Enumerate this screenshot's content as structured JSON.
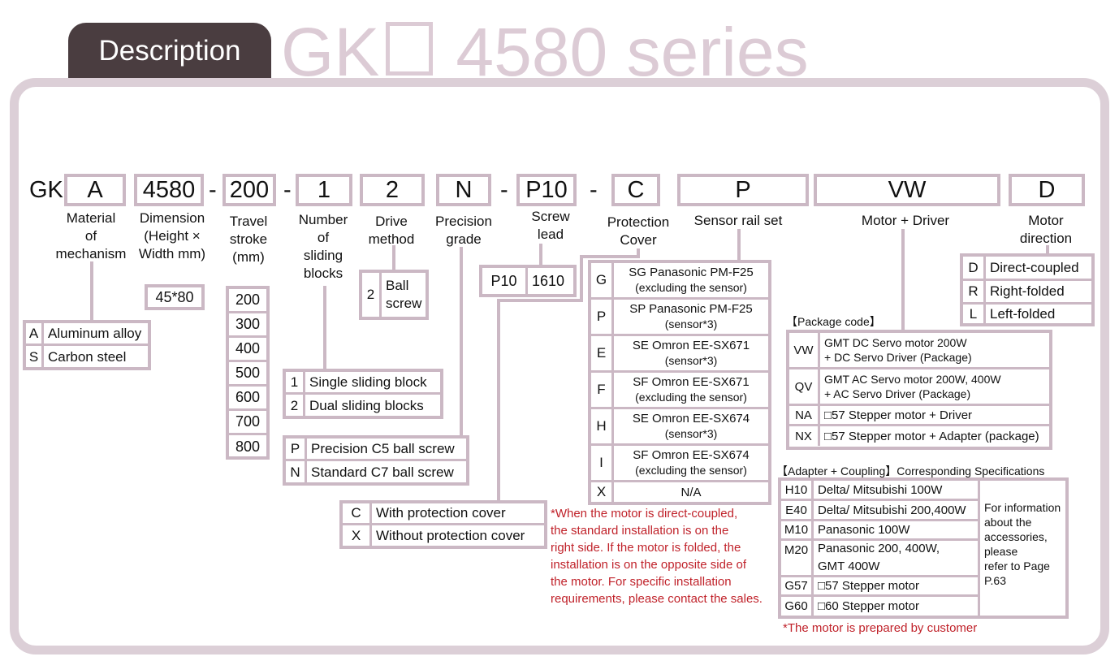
{
  "header": {
    "tab_label": "Description",
    "series_prefix": "GK",
    "series_suffix": "4580 series"
  },
  "code": {
    "prefix": "GK",
    "dash": "-",
    "material": "A",
    "dimension": "4580",
    "stroke": "200",
    "blocks": "1",
    "drive": "2",
    "precision": "N",
    "lead": "P10",
    "cover": "C",
    "sensor": "P",
    "motor": "VW",
    "direction": "D"
  },
  "labels": {
    "material": "Material\nof\nmechanism",
    "dimension": "Dimension\n(Height ×\nWidth mm)",
    "stroke": "Travel\nstroke\n(mm)",
    "blocks": "Number\nof\nsliding\nblocks",
    "drive": "Drive\nmethod",
    "precision": "Precision\ngrade",
    "lead": "Screw\nlead",
    "cover": "Protection\nCover",
    "sensor": "Sensor rail set",
    "motor": "Motor + Driver",
    "direction": "Motor\ndirection"
  },
  "material_options": [
    {
      "code": "A",
      "label": "Aluminum alloy"
    },
    {
      "code": "S",
      "label": "Carbon steel"
    }
  ],
  "dimension_options": [
    "45*80"
  ],
  "stroke_options": [
    "200",
    "300",
    "400",
    "500",
    "600",
    "700",
    "800"
  ],
  "block_options": [
    {
      "code": "1",
      "label": "Single sliding block"
    },
    {
      "code": "2",
      "label": "Dual sliding blocks"
    }
  ],
  "drive_options": [
    {
      "code": "2",
      "label": "Ball\nscrew"
    }
  ],
  "precision_options": [
    {
      "code": "P",
      "label": "Precision C5 ball screw"
    },
    {
      "code": "N",
      "label": "Standard C7 ball screw"
    }
  ],
  "lead_options": [
    {
      "code": "P10",
      "label": "1610"
    }
  ],
  "cover_options": [
    {
      "code": "C",
      "label": "With protection cover"
    },
    {
      "code": "X",
      "label": "Without protection cover"
    }
  ],
  "sensor_options": [
    {
      "code": "G",
      "line1": "SG  Panasonic  PM-F25",
      "line2": "(excluding the sensor)"
    },
    {
      "code": "P",
      "line1": "SP  Panasonic  PM-F25",
      "line2": "(sensor*3)"
    },
    {
      "code": "E",
      "line1": "SE  Omron  EE-SX671",
      "line2": "(sensor*3)"
    },
    {
      "code": "F",
      "line1": "SF  Omron  EE-SX671",
      "line2": "(excluding the sensor)"
    },
    {
      "code": "H",
      "line1": "SE  Omron  EE-SX674",
      "line2": "(sensor*3)"
    },
    {
      "code": "I",
      "line1": "SF  Omron  EE-SX674",
      "line2": "(excluding the sensor)"
    },
    {
      "code": "X",
      "line1": "N/A",
      "line2": ""
    }
  ],
  "cover_note": "*When the motor is direct-coupled,\nthe standard installation is on the\nright side. If the motor is folded, the\ninstallation is on the opposite side of\nthe motor. For specific installation\nrequirements, please contact the sales.",
  "package_title": "【Package code】",
  "package_options": [
    {
      "code": "VW",
      "line1": "GMT DC Servo motor 200W",
      "line2": "+ DC Servo Driver (Package)"
    },
    {
      "code": "QV",
      "line1": "GMT AC Servo motor 200W, 400W",
      "line2": "+ AC Servo Driver (Package)"
    },
    {
      "code": "NA",
      "line1": "□57 Stepper motor + Driver",
      "line2": ""
    },
    {
      "code": "NX",
      "line1": "□57 Stepper motor + Adapter (package)",
      "line2": ""
    }
  ],
  "adapter_title": "【Adapter + Coupling】Corresponding Specifications",
  "adapter_options": [
    {
      "code": "H10",
      "label": "Delta/ Mitsubishi 100W"
    },
    {
      "code": "E40",
      "label": "Delta/ Mitsubishi 200,400W"
    },
    {
      "code": "M10",
      "label": "Panasonic 100W"
    },
    {
      "code": "M20",
      "label": "Panasonic 200, 400W,\nGMT 400W"
    },
    {
      "code": "G57",
      "label": "□57 Stepper motor"
    },
    {
      "code": "G60",
      "label": "□60 Stepper motor"
    }
  ],
  "adapter_info": "For information\nabout the\naccessories,\nplease\nrefer to Page\nP.63",
  "motor_note": "*The motor is prepared by customer",
  "direction_options": [
    {
      "code": "D",
      "label": "Direct-coupled"
    },
    {
      "code": "R",
      "label": "Right-folded"
    },
    {
      "code": "L",
      "label": "Left-folded"
    }
  ]
}
